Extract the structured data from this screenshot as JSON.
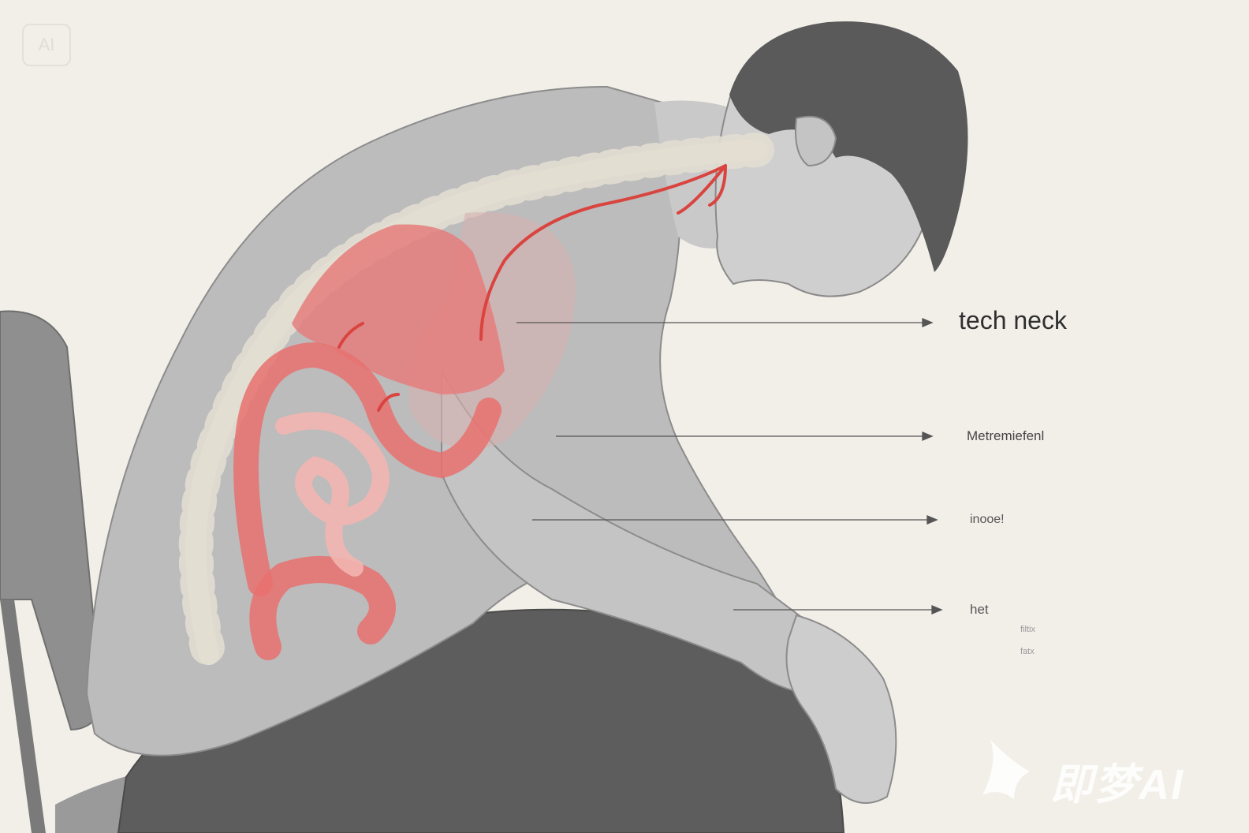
{
  "labels": {
    "main": "tech  neck",
    "l2": "Metremiefenl",
    "l3": "inooe!",
    "l4": "het",
    "l5": "filtix",
    "l6": "fatx"
  },
  "badge": "AI",
  "watermark": "即梦AI",
  "colors": {
    "background": "#f2efe9",
    "body": "#b9b9b9",
    "pants": "#5d5d5d",
    "organ": "#e8716f",
    "spine": "#efece3"
  }
}
